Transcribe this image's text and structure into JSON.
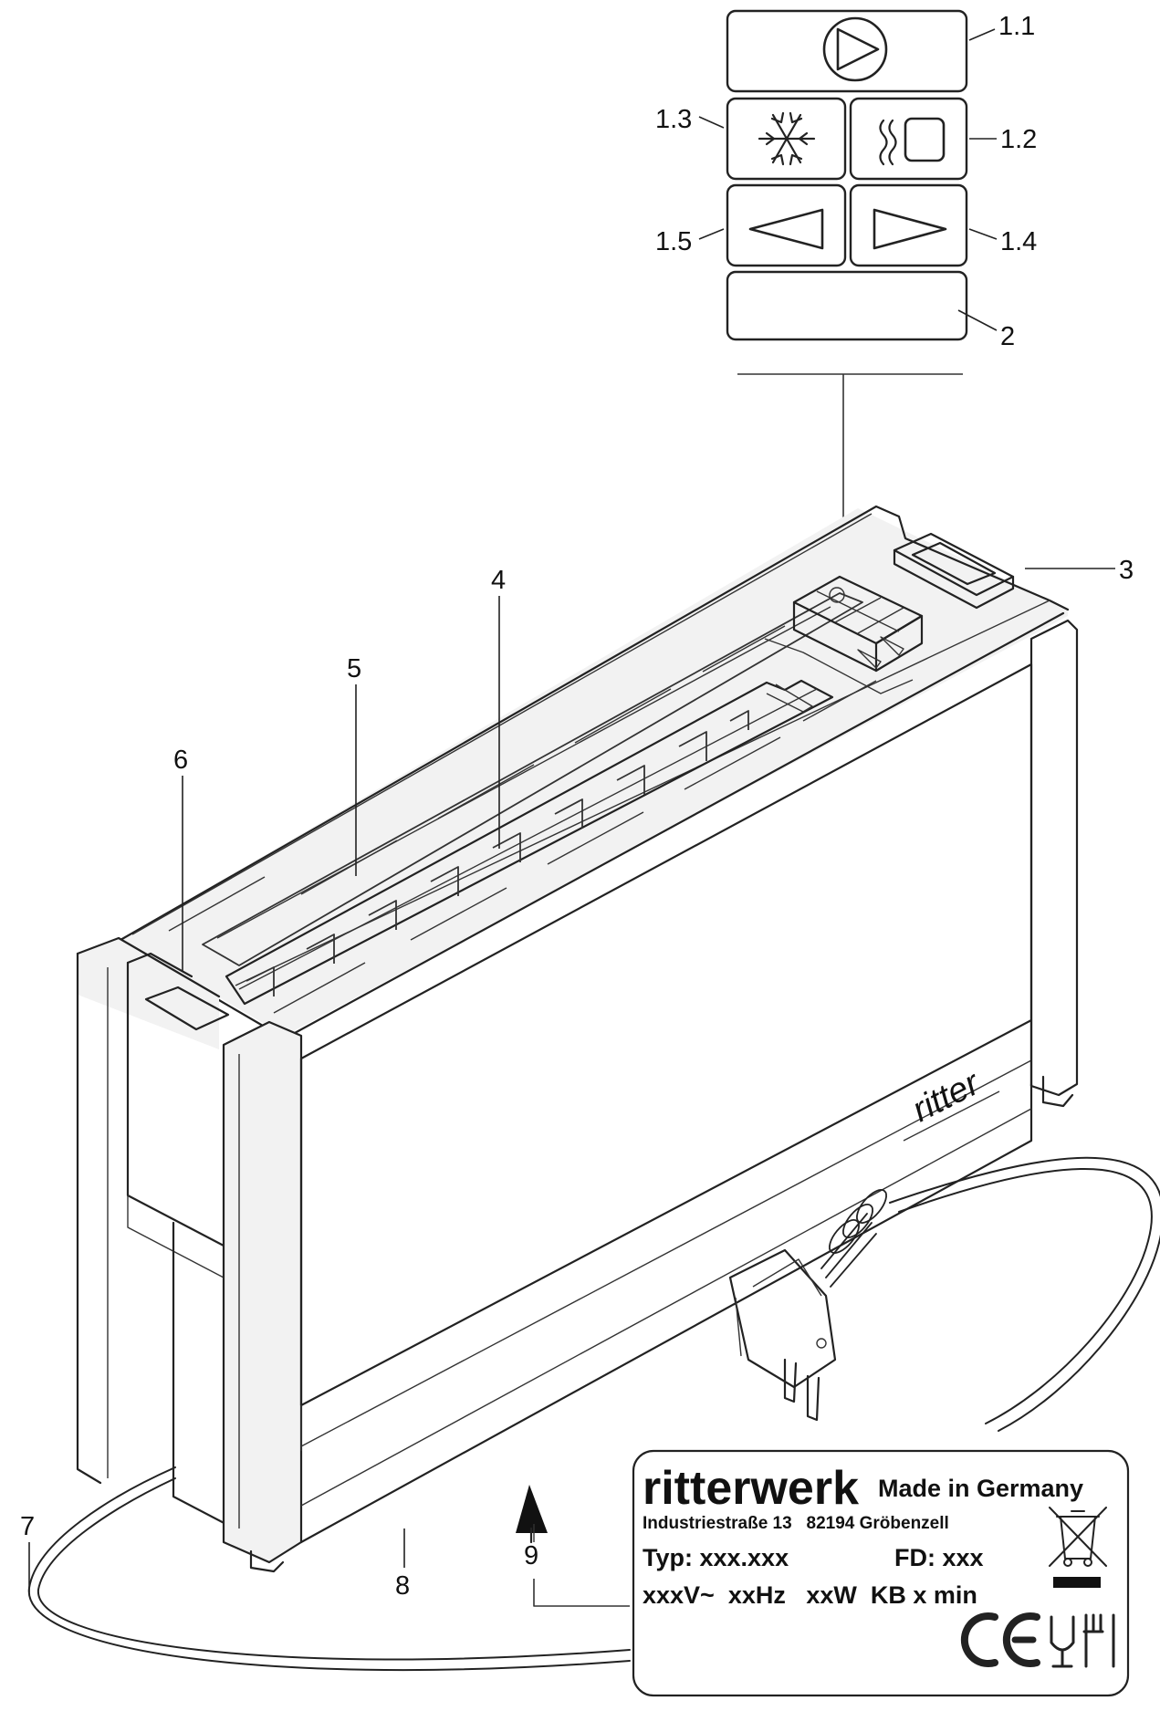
{
  "callouts": {
    "c1_1": "1.1",
    "c1_2": "1.2",
    "c1_3": "1.3",
    "c1_4": "1.4",
    "c1_5": "1.5",
    "c2": "2",
    "c3": "3",
    "c4": "4",
    "c5": "5",
    "c6": "6",
    "c7": "7",
    "c8": "8",
    "c9": "9"
  },
  "control_panel": {
    "icons": [
      "start-stop-icon",
      "warm-icon",
      "defrost-snowflake-icon",
      "decrease-arrow-icon",
      "increase-arrow-icon"
    ]
  },
  "product_logo": "ritter",
  "rating_plate": {
    "brand": "ritterwerk",
    "origin": "Made in Germany",
    "address": "Industriestraße 13   82194 Gröbenzell",
    "type_line": "Typ: xxx.xxx",
    "fd_line": "FD: xxx",
    "ratings_line": "xxxV~  xxHz   xxW  KB x min",
    "ce_mark": "CE",
    "icons": [
      "weee-bin-icon",
      "ce-mark-icon",
      "food-safe-icon"
    ]
  }
}
